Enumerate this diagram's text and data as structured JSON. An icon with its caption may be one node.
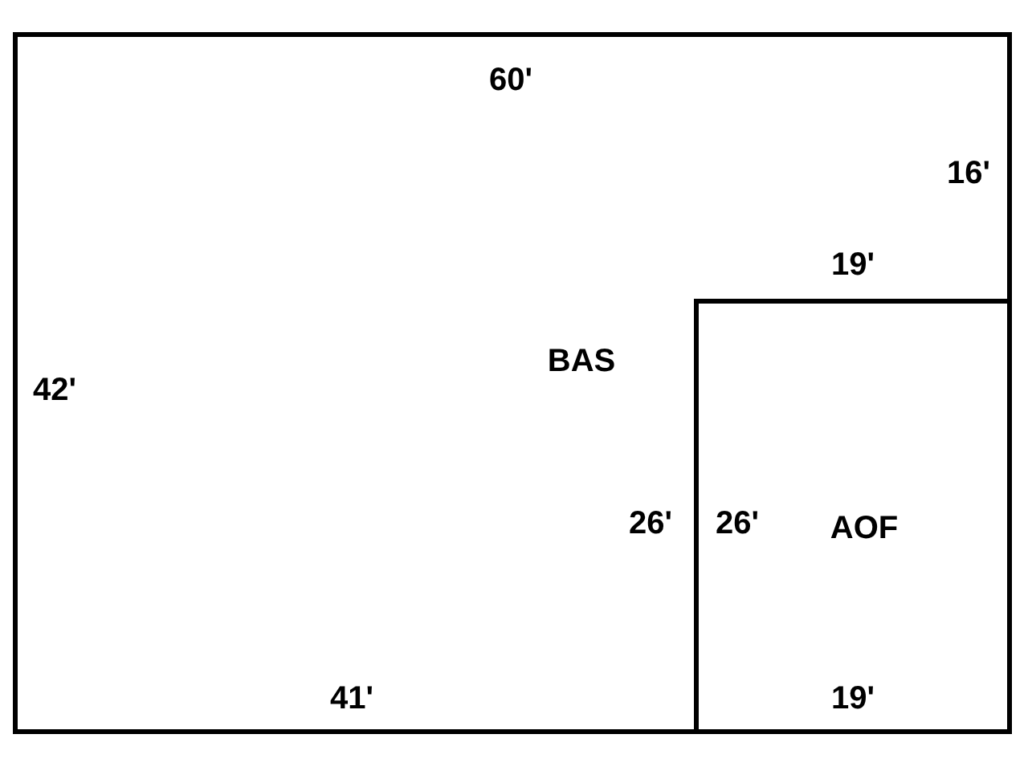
{
  "diagram": {
    "nodes": [
      {
        "text": [
          "BAS"
        ]
      },
      {
        "text": [
          "AOF"
        ],
        "in": 0
      }
    ],
    "edges": [],
    "labels": [
      "60'",
      "16'",
      "19'",
      "42'",
      "26'",
      "26'",
      "41'",
      "19'"
    ]
  }
}
